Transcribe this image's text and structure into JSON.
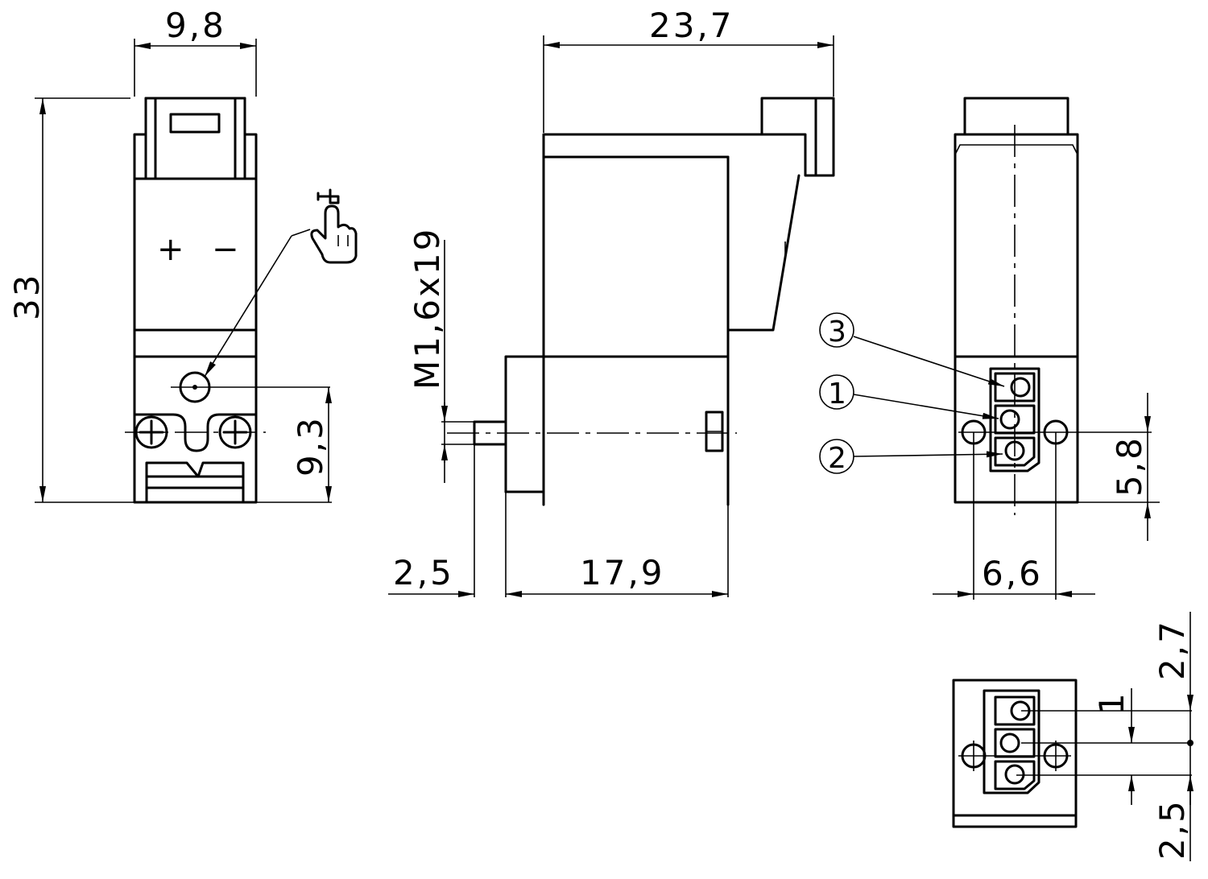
{
  "dimensions": {
    "width_front": "9,8",
    "height_total": "33",
    "mount_height": "9,3",
    "length_total": "23,7",
    "thread": "M1,6x19",
    "spigot": "2,5",
    "body_length": "17,9",
    "port_height": "5,8",
    "port_spacing": "6,6",
    "detail_upper": "2,7",
    "detail_pitch": "1",
    "detail_lower": "2,5"
  },
  "labels": {
    "plus": "+",
    "minus": "−"
  },
  "ports": {
    "callout_3": "3",
    "callout_1": "1",
    "callout_2": "2"
  }
}
